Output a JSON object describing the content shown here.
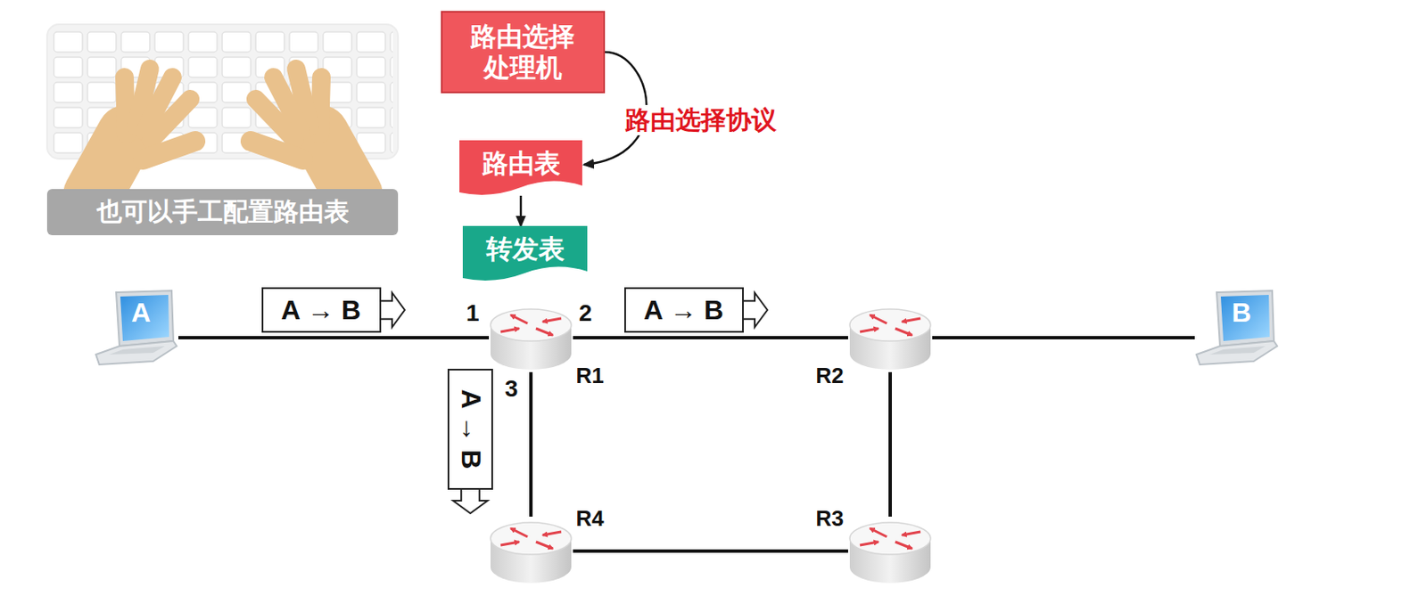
{
  "diagram": {
    "nodes": [
      {
        "text": [
          "也可以手工配置路由表"
        ]
      },
      {
        "text": [
          "路由选择 处理机"
        ]
      },
      {
        "text": [
          "路由表"
        ]
      },
      {
        "text": [
          "转发表"
        ]
      },
      {
        "text": [
          "A"
        ]
      },
      {
        "text": [
          "R1"
        ]
      },
      {
        "text": [
          "R2"
        ]
      },
      {
        "text": [
          "R3"
        ]
      },
      {
        "text": [
          "R4"
        ]
      },
      {
        "text": [
          "B"
        ]
      },
      {
        "text": [
          "A → B"
        ]
      },
      {
        "text": [
          "A → B"
        ]
      },
      {
        "text": [
          "A → B"
        ]
      }
    ],
    "edges": [
      {
        "from": 1,
        "to": 2,
        "label": "路由选择协议",
        "arrow": "to"
      },
      {
        "from": 2,
        "to": 3,
        "arrow": "to"
      },
      {
        "from": 4,
        "to": 5,
        "arrow": "none"
      },
      {
        "from": 5,
        "to": 6,
        "arrow": "none"
      },
      {
        "from": 6,
        "to": 9,
        "arrow": "none"
      },
      {
        "from": 6,
        "to": 7,
        "arrow": "none"
      },
      {
        "from": 7,
        "to": 8,
        "arrow": "none"
      },
      {
        "from": 8,
        "to": 5,
        "arrow": "none"
      }
    ],
    "labels": [
      "1",
      "2",
      "3"
    ]
  }
}
